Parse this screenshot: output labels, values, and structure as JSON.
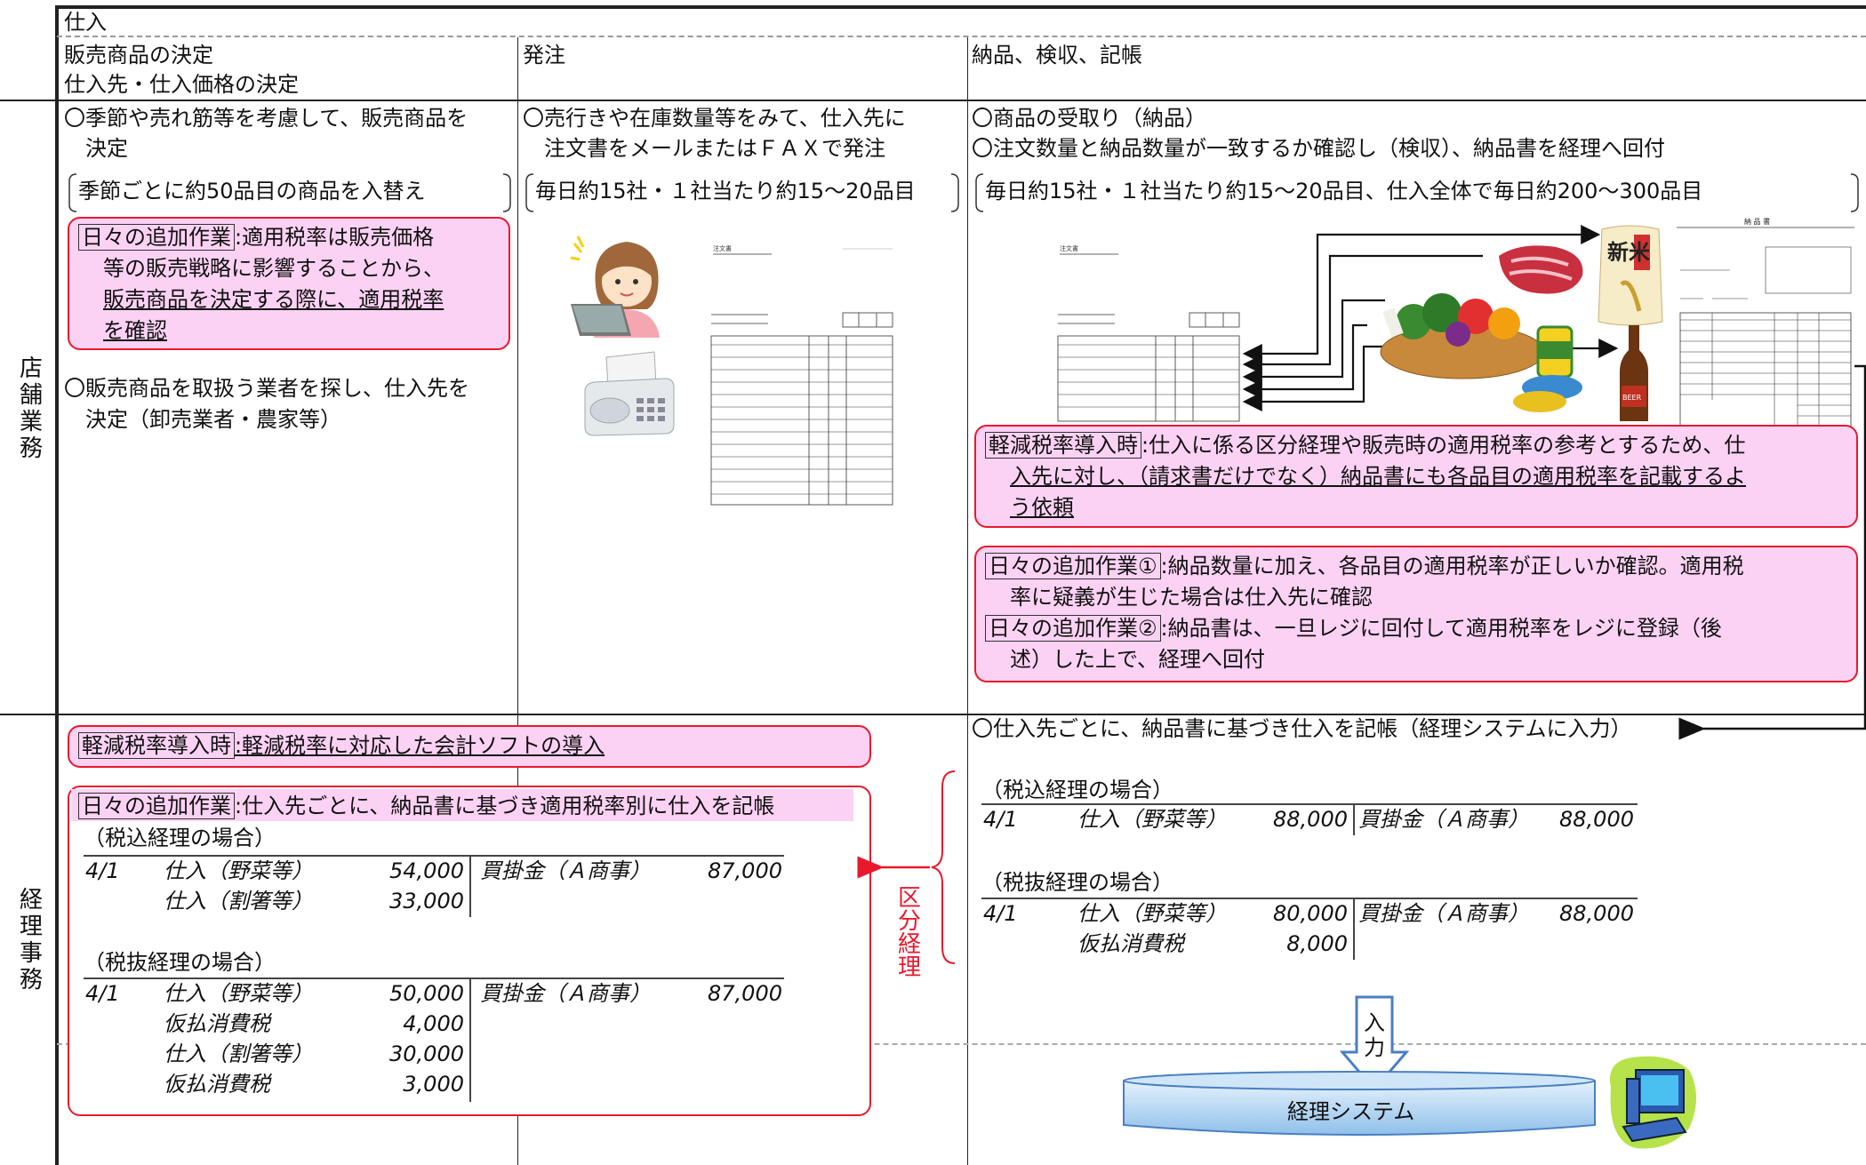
{
  "header": {
    "top": "仕入",
    "col1": [
      "販売商品の決定",
      "仕入先・仕入価格の決定"
    ],
    "col2": "発注",
    "col3": "納品、検収、記帳"
  },
  "rows": {
    "store": [
      "店",
      "舗",
      "業",
      "務"
    ],
    "accounting": [
      "経",
      "理",
      "事",
      "務"
    ]
  },
  "store": {
    "col1": {
      "item1": [
        "〇季節や売れ筋等を考慮して、販売商品を",
        "決定"
      ],
      "bracket": "季節ごとに約50品目の商品を入替え",
      "daily_tag": "日々の追加作業",
      "daily_lines": [
        ":適用税率は販売価格",
        "等の販売戦略に影響することから、",
        "販売商品を決定する際に、適用税率",
        "を確認"
      ],
      "item2": [
        "〇販売商品を取扱う業者を探し、仕入先を",
        "決定（卸売業者・農家等）"
      ]
    },
    "col2": {
      "item1": [
        "〇売行きや在庫数量等をみて、仕入先に",
        "注文書をメールまたはＦＡＸで発注"
      ],
      "bracket": "毎日約15社・１社当たり約15〜20品目"
    },
    "col3": {
      "item1": "〇商品の受取り（納品）",
      "item2": "〇注文数量と納品数量が一致するか確認し（検収）、納品書を経理へ回付",
      "bracket": "毎日約15社・１社当たり約15〜20品目、仕入全体で毎日約200〜300品目",
      "intro_tag": "軽減税率導入時",
      "intro_lines": [
        ":仕入に係る区分経理や販売時の適用税率の参考とするため、仕",
        "入先に対し、（請求書だけでなく）納品書にも各品目の適用税率を記載するよ",
        "う依頼"
      ],
      "daily1_tag": "日々の追加作業①",
      "daily1_lines": [
        ":納品数量に加え、各品目の適用税率が正しいか確認。適用税",
        "率に疑義が生じた場合は仕入先に確認"
      ],
      "daily2_tag": "日々の追加作業②",
      "daily2_lines": [
        ":納品書は、一旦レジに回付して適用税率をレジに登録（後",
        "述）した上で、経理へ回付"
      ],
      "rice_label": "新米",
      "beer_label": "BEER"
    },
    "docs": {
      "order_title": "注文書",
      "delivery_title": "納 品 書"
    }
  },
  "accounting": {
    "intro_tag": "軽減税率導入時",
    "intro_text": ":軽減税率に対応した会計ソフトの導入",
    "daily_tag": "日々の追加作業",
    "daily_text": ":仕入先ごとに、納品書に基づき適用税率別に仕入を記帳",
    "left_incl_title": "（税込経理の場合）",
    "left_incl": [
      {
        "date": "4/1",
        "item": "仕入（野菜等）",
        "amt": "54,000",
        "credit": "買掛金（Ａ商事）",
        "camt": "87,000"
      },
      {
        "date": "",
        "item": "仕入（割箸等）",
        "amt": "33,000",
        "credit": "",
        "camt": ""
      }
    ],
    "left_excl_title": "（税抜経理の場合）",
    "left_excl": [
      {
        "date": "4/1",
        "item": "仕入（野菜等）",
        "amt": "50,000",
        "credit": "買掛金（Ａ商事）",
        "camt": "87,000"
      },
      {
        "date": "",
        "item": "仮払消費税",
        "amt": "4,000",
        "credit": "",
        "camt": ""
      },
      {
        "date": "",
        "item": "仕入（割箸等）",
        "amt": "30,000",
        "credit": "",
        "camt": ""
      },
      {
        "date": "",
        "item": "仮払消費税",
        "amt": "3,000",
        "credit": "",
        "camt": ""
      }
    ],
    "kubun": [
      "区",
      "分",
      "経",
      "理"
    ],
    "right_item": "〇仕入先ごとに、納品書に基づき仕入を記帳（経理システムに入力）",
    "right_incl_title": "（税込経理の場合）",
    "right_incl": [
      {
        "date": "4/1",
        "item": "仕入（野菜等）",
        "amt": "88,000",
        "credit": "買掛金（Ａ商事）",
        "camt": "88,000"
      }
    ],
    "right_excl_title": "（税抜経理の場合）",
    "right_excl": [
      {
        "date": "4/1",
        "item": "仕入（野菜等）",
        "amt": "80,000",
        "credit": "買掛金（Ａ商事）",
        "camt": "88,000"
      },
      {
        "date": "",
        "item": "仮払消費税",
        "amt": "8,000",
        "credit": "",
        "camt": ""
      }
    ],
    "input_label": [
      "入",
      "力"
    ],
    "system_label": "経理システム"
  },
  "colors": {
    "red": "#e8192c",
    "pink": "#fbd2f4",
    "blue": "#4a7fc1"
  }
}
